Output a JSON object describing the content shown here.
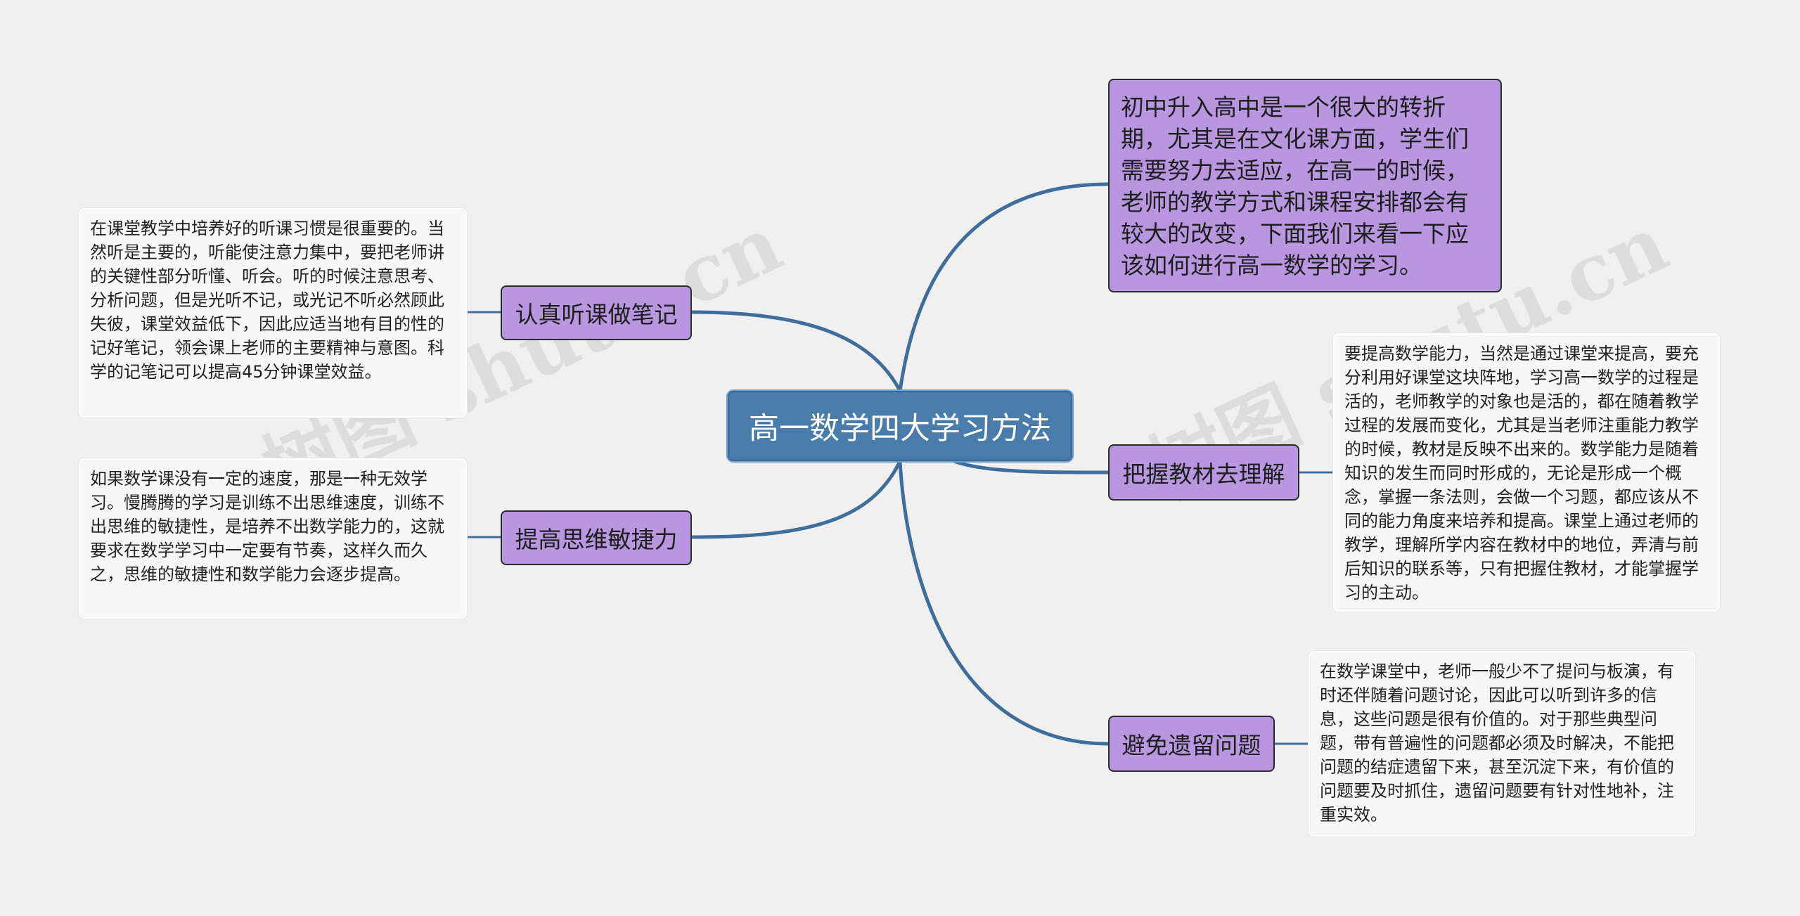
{
  "root": {
    "label": "高一数学四大学习方法"
  },
  "intro": {
    "text": "初中升入高中是一个很大的转折期，尤其是在文化课方面，学生们需要努力去适应，在高一的时候，老师的教学方式和课程安排都会有较大的改变，下面我们来看一下应该如何进行高一数学的学习。"
  },
  "branches": [
    {
      "label": "认真听课做笔记",
      "note": "在课堂教学中培养好的听课习惯是很重要的。当然听是主要的，听能使注意力集中，要把老师讲的关键性部分听懂、听会。听的时候注意思考、分析问题，但是光听不记，或光记不听必然顾此失彼，课堂效益低下，因此应适当地有目的性的记好笔记，领会课上老师的主要精神与意图。科学的记笔记可以提高45分钟课堂效益。"
    },
    {
      "label": "提高思维敏捷力",
      "note": "如果数学课没有一定的速度，那是一种无效学习。慢腾腾的学习是训练不出思维速度，训练不出思维的敏捷性，是培养不出数学能力的，这就要求在数学学习中一定要有节奏，这样久而久之，思维的敏捷性和数学能力会逐步提高。"
    },
    {
      "label": "把握教材去理解",
      "note": "要提高数学能力，当然是通过课堂来提高，要充分利用好课堂这块阵地，学习高一数学的过程是活的，老师教学的对象也是活的，都在随着教学过程的发展而变化，尤其是当老师注重能力教学的时候，教材是反映不出来的。数学能力是随着知识的发生而同时形成的，无论是形成一个概念，掌握一条法则，会做一个习题，都应该从不同的能力角度来培养和提高。课堂上通过老师的教学，理解所学内容在教材中的地位，弄清与前后知识的联系等，只有把握住教材，才能掌握学习的主动。"
    },
    {
      "label": "避免遗留问题",
      "note": "在数学课堂中，老师一般少不了提问与板演，有时还伴随着问题讨论，因此可以听到许多的信息，这些问题是很有价值的。对于那些典型问题，带有普遍性的问题都必须及时解决，不能把问题的结症遗留下来，甚至沉淀下来，有价值的问题要及时抓住，遗留问题要有针对性地补，注重实效。"
    }
  ],
  "watermark": {
    "left": "树图 shutu.cn",
    "right": "树图 shutu.cn"
  },
  "colors": {
    "background": "#f0f0f0",
    "root": "#4a7cab",
    "branch": "#b996e0",
    "link": "#3f6e9c",
    "note": "#f7f7f7"
  }
}
